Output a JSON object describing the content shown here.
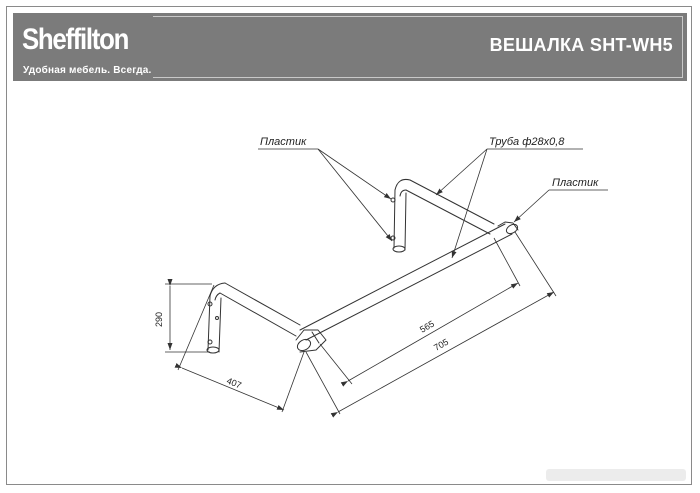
{
  "header": {
    "brand": "Sheffilton",
    "tagline": "Удобная мебель. Всегда.",
    "title": "ВЕШАЛКА SHT-WH5"
  },
  "drawing": {
    "labels": {
      "plastic_left": "Пластик",
      "pipe": "Труба ф28х0,8",
      "plastic_right": "Пластик"
    },
    "dimensions": {
      "height": "290",
      "depth": "407",
      "inner_length": "565",
      "total_length": "705"
    }
  },
  "colors": {
    "header_bg": "#7b7b7b",
    "line": "#333333"
  }
}
